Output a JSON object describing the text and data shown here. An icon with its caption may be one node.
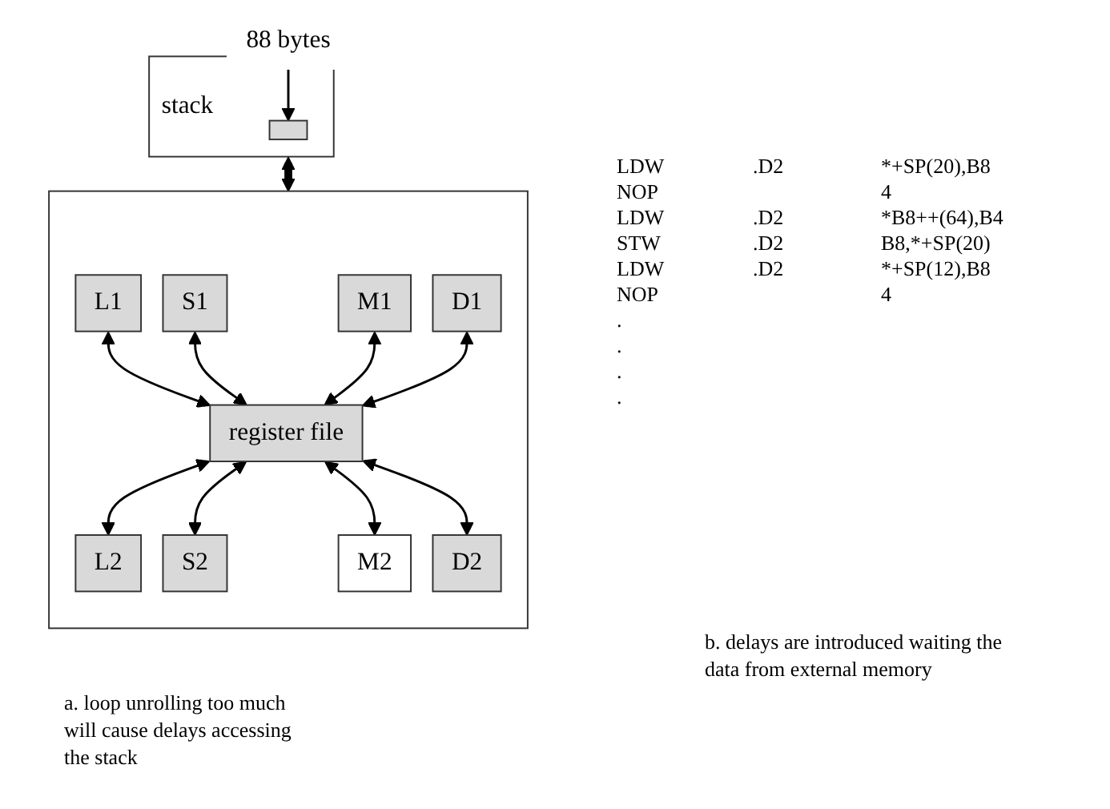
{
  "diagram": {
    "nodes": [
      {
        "text": [
          "stack"
        ]
      },
      {
        "text": [],
        "shape": "box",
        "in": 0
      },
      {
        "text": [
          "88 bytes"
        ]
      },
      {
        "text": [],
        "shape": "box"
      },
      {
        "text": [
          "L1"
        ],
        "in": 3
      },
      {
        "text": [
          "S1"
        ],
        "in": 3
      },
      {
        "text": [
          "M1"
        ],
        "in": 3
      },
      {
        "text": [
          "D1"
        ],
        "in": 3
      },
      {
        "text": [
          "register file"
        ],
        "in": 3
      },
      {
        "text": [
          "L2"
        ],
        "in": 3
      },
      {
        "text": [
          "S2"
        ],
        "in": 3
      },
      {
        "text": [
          "M2"
        ],
        "in": 3
      },
      {
        "text": [
          "D2"
        ],
        "in": 3
      }
    ],
    "edges": [
      {
        "from": 2,
        "to": 1,
        "arrow": "to"
      },
      {
        "from": 0,
        "to": 3,
        "arrow": "both",
        "style": "thick"
      },
      {
        "from": 4,
        "to": 8,
        "arrow": "both"
      },
      {
        "from": 5,
        "to": 8,
        "arrow": "both"
      },
      {
        "from": 6,
        "to": 8,
        "arrow": "both"
      },
      {
        "from": 7,
        "to": 8,
        "arrow": "both"
      },
      {
        "from": 8,
        "to": 9,
        "arrow": "both"
      },
      {
        "from": 8,
        "to": 10,
        "arrow": "both"
      },
      {
        "from": 8,
        "to": 11,
        "arrow": "both"
      },
      {
        "from": 8,
        "to": 12,
        "arrow": "both"
      }
    ],
    "labels": [
      "LDW",
      ".D2",
      "*+SP(20),B8",
      "NOP",
      "4",
      "LDW",
      ".D2",
      "*B8++(64),B4",
      "STW",
      ".D2",
      "B8,*+SP(20)",
      "LDW",
      ".D2",
      "*+SP(12),B8",
      "NOP",
      "4",
      ".",
      ".",
      ".",
      ".",
      "a. loop unrolling too much will cause delays accessing the stack",
      "b. delays are introduced waiting the data from external memory"
    ]
  }
}
